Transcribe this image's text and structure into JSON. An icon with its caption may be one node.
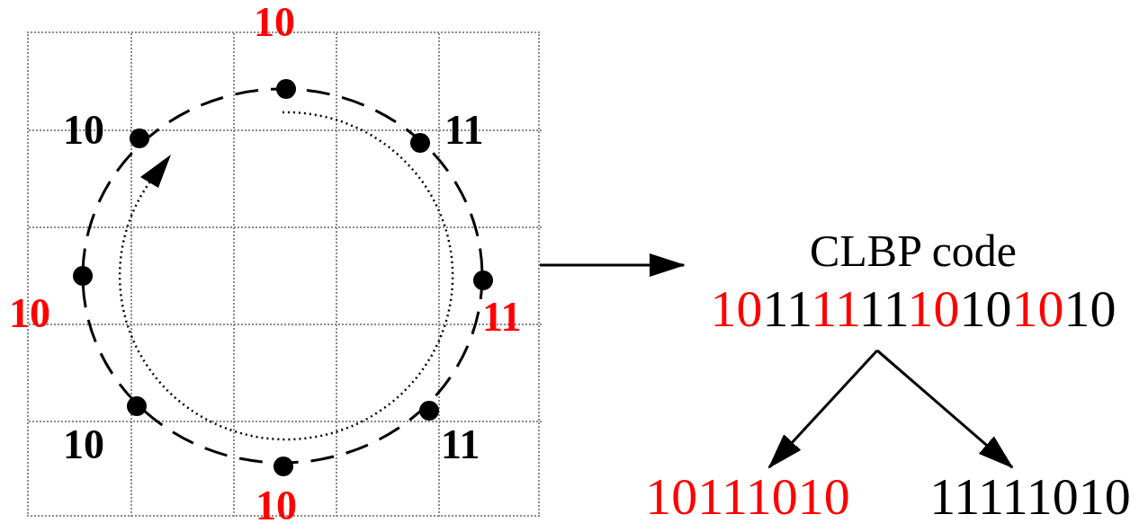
{
  "diagram": {
    "nodes": [
      {
        "text": [],
        "shape": "box"
      },
      {
        "text": [
          "CLBP code",
          "1011111110101010"
        ]
      },
      {
        "text": [
          "10111010"
        ]
      },
      {
        "text": [
          "11111010"
        ]
      }
    ],
    "edges": [
      {
        "from": 0,
        "to": 1,
        "arrow": "to"
      },
      {
        "from": 1,
        "to": 2,
        "arrow": "to"
      },
      {
        "from": 1,
        "to": 3,
        "arrow": "to"
      }
    ],
    "labels": [
      "10",
      "10",
      "11",
      "10",
      "11",
      "10",
      "11",
      "10"
    ]
  }
}
